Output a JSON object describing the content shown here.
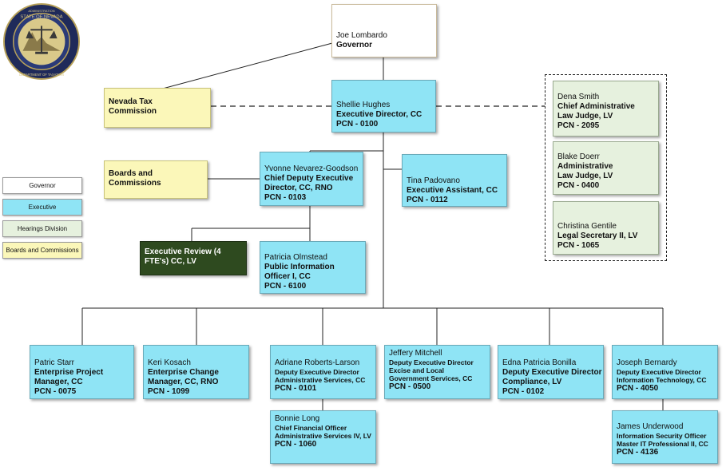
{
  "seal": {
    "ring_top": "ADMINISTRATION",
    "ring_mid": "STATE OF NEVADA",
    "ring_bottom": "DEPARTMENT OF TAXATION"
  },
  "legend": [
    {
      "label": "Governor",
      "color": "#ffffff"
    },
    {
      "label": "Executive",
      "color": "#8fe4f5"
    },
    {
      "label": "Hearings Division",
      "color": "#e6f1de"
    },
    {
      "label": "Boards and Commissions",
      "color": "#fbf7b9"
    }
  ],
  "governor": {
    "name": "Joe Lombardo",
    "title": "Governor"
  },
  "tax_commission": {
    "title": "Nevada Tax Commission"
  },
  "boards": {
    "title": "Boards and Commissions"
  },
  "executive_director": {
    "name": "Shellie Hughes",
    "title": "Executive Director, CC",
    "pcn": "PCN - 0100"
  },
  "chief_deputy": {
    "name": "Yvonne Nevarez-Goodson",
    "title": "Chief Deputy Executive Director, CC, RNO",
    "pcn": "PCN - 0103"
  },
  "exec_assistant": {
    "name": "Tina Padovano",
    "title": "Executive Assistant, CC",
    "pcn": "PCN - 0112"
  },
  "exec_review": {
    "title": "Executive Review (4 FTE's) CC, LV"
  },
  "pio": {
    "name": "Patricia Olmstead",
    "title": "Public Information Officer I, CC",
    "pcn": "PCN - 6100"
  },
  "hearings": [
    {
      "name": "Dena Smith",
      "title": "Chief Administrative Law Judge, LV",
      "pcn": "PCN - 2095"
    },
    {
      "name": "Blake Doerr",
      "title": "Administrative Law Judge, LV",
      "pcn": "PCN - 0400"
    },
    {
      "name": "Christina Gentile",
      "title": "Legal Secretary II, LV",
      "pcn": "PCN - 1065"
    }
  ],
  "bottom": [
    {
      "name": "Patric Starr",
      "title": "Enterprise Project Manager, CC",
      "pcn": "PCN - 0075"
    },
    {
      "name": "Keri Kosach",
      "title": "Enterprise Change Manager, CC, RNO",
      "pcn": "PCN - 1099"
    },
    {
      "name": "Adriane Roberts-Larson",
      "title": "Deputy Executive Director Administrative Services, CC",
      "pcn": "PCN - 0101"
    },
    {
      "name": "Jeffery Mitchell",
      "title": "Deputy Executive Director Excise and Local Government Services, CC",
      "pcn": "PCN - 0500"
    },
    {
      "name": "Edna Patricia Bonilla",
      "title": "Deputy Executive Director Compliance, LV",
      "pcn": "PCN - 0102"
    },
    {
      "name": "Joseph Bernardy",
      "title": "Deputy Executive Director Information Technology, CC",
      "pcn": "PCN - 4050"
    }
  ],
  "cfo": {
    "name": "Bonnie Long",
    "title": "Chief Financial Officer Administrative Services IV, LV",
    "pcn": "PCN - 1060"
  },
  "iso": {
    "name": "James Underwood",
    "title": "Information Security Officer Master IT Professional II, CC",
    "pcn": "PCN - 4136"
  }
}
